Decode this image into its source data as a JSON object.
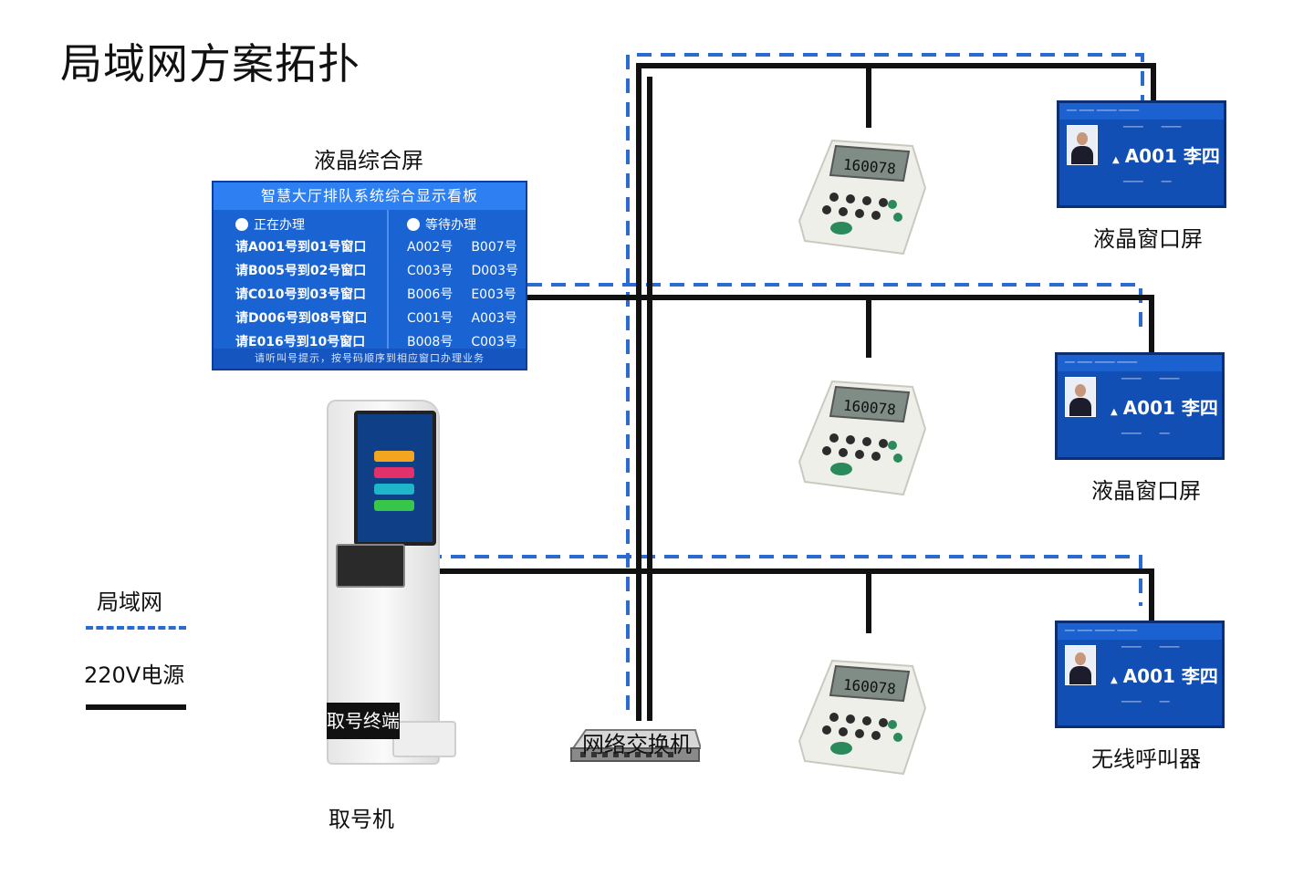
{
  "title": "局域网方案拓扑",
  "labels": {
    "main_screen": "液晶综合屏",
    "window_screen_1": "液晶窗口屏",
    "window_screen_2": "液晶窗口屏",
    "wireless_caller": "无线呼叫器",
    "kiosk": "取号机",
    "switch": "网络交换机"
  },
  "legend": {
    "lan": "局域网",
    "power": "220V电源"
  },
  "main_board": {
    "heading": "智慧大厅排队系统综合显示看板",
    "serving_header": "正在办理",
    "waiting_header": "等待办理",
    "serving_rows": [
      "请A001号到01号窗口",
      "请B005号到02号窗口",
      "请C010号到03号窗口",
      "请D006号到08号窗口",
      "请E016号到10号窗口"
    ],
    "waiting_rows": [
      [
        "A002号",
        "B007号"
      ],
      [
        "C003号",
        "D003号"
      ],
      [
        "B006号",
        "E003号"
      ],
      [
        "C001号",
        "A003号"
      ],
      [
        "B008号",
        "C003号"
      ]
    ],
    "footer": "请听叫号提示，按号码顺序到相应窗口办理业务"
  },
  "window_display": {
    "ticket": "A001",
    "staff": "李四"
  },
  "keypad_readout": "160078",
  "kiosk_plate": "取号终端",
  "colors": {
    "lan": "#2b6bd1",
    "power": "#111111",
    "screen_blue": "#1a63d2"
  }
}
